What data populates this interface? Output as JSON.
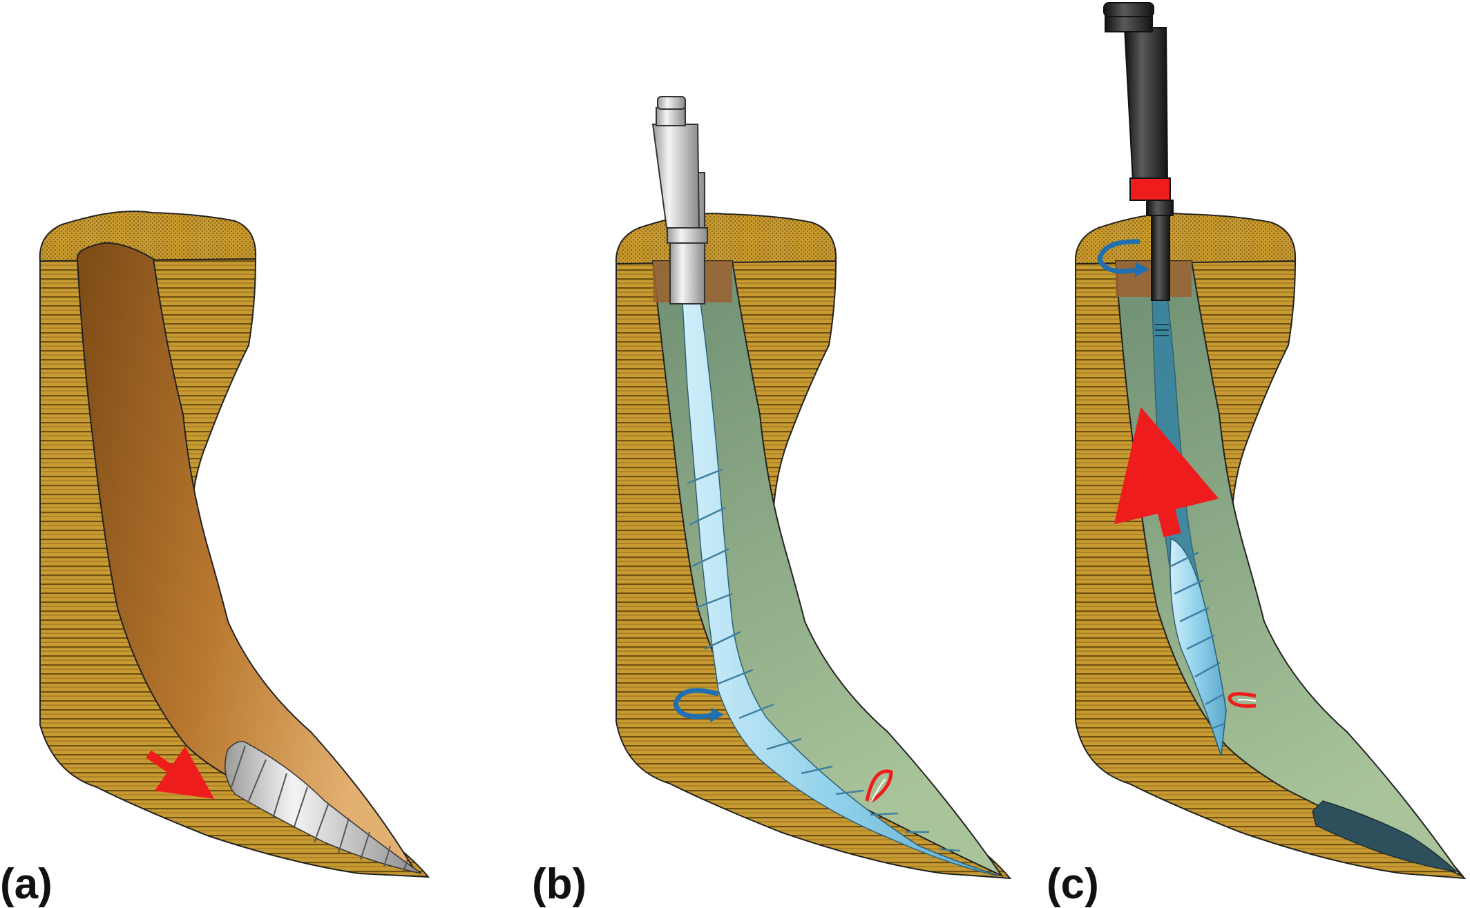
{
  "panels": [
    {
      "label": "(a)"
    },
    {
      "label": "(b)"
    },
    {
      "label": "(c)"
    }
  ],
  "colors": {
    "dentin": "#c99a2e",
    "dentin_stripe": "#7a5a12",
    "canal": "#a8692a",
    "fluid": "#8bb3a0",
    "file_blue": "#8fd0ea",
    "arrow_red": "#ee1c1c",
    "rotation_blue": "#1f6fb3",
    "handpiece_white": "#d9d9d9",
    "handpiece_black": "#2a2a2a",
    "fragment": "#2e4f5c"
  },
  "icons": [
    "red-direction-arrow",
    "blue-rotation-arrow",
    "red-bend-arrow"
  ]
}
